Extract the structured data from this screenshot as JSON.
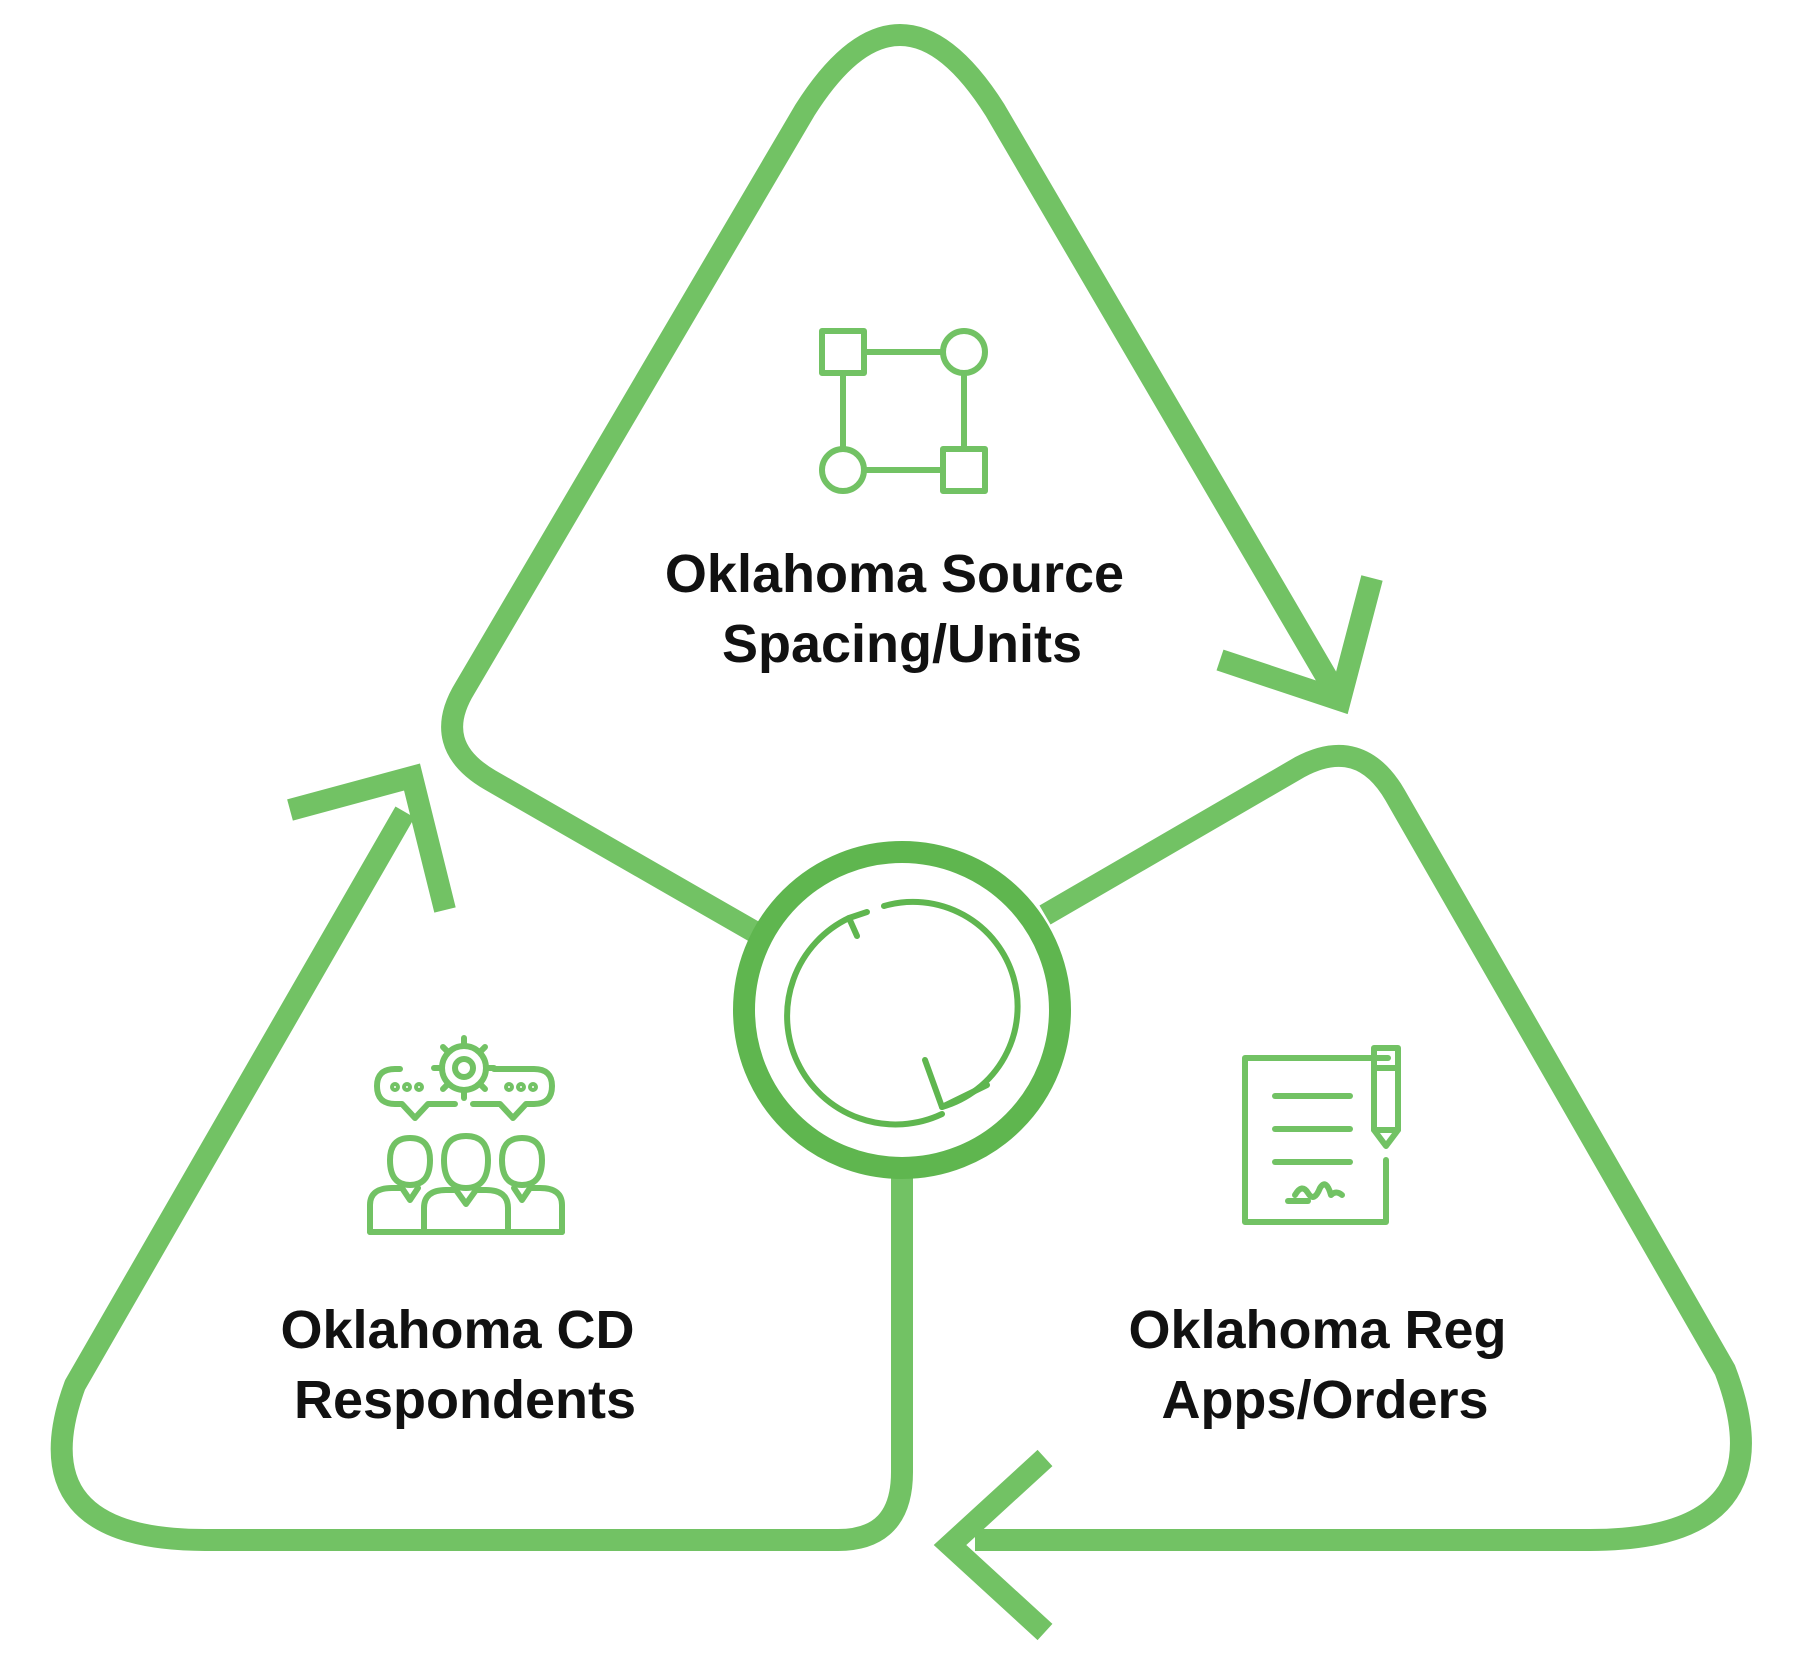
{
  "colors": {
    "accent": "#72c264",
    "hub": "#5fb64f",
    "text": "#111111",
    "background": "#ffffff"
  },
  "sections": {
    "top": {
      "icon": "network-nodes-icon",
      "line1": "Oklahoma Source",
      "line2": "Spacing/Units"
    },
    "left": {
      "icon": "team-collaboration-icon",
      "line1": "Oklahoma CD",
      "line2": "Respondents"
    },
    "right": {
      "icon": "signed-document-icon",
      "line1": "Oklahoma Reg",
      "line2": "Apps/Orders"
    }
  },
  "hub": {
    "icon": "refresh-cycle-icon"
  }
}
